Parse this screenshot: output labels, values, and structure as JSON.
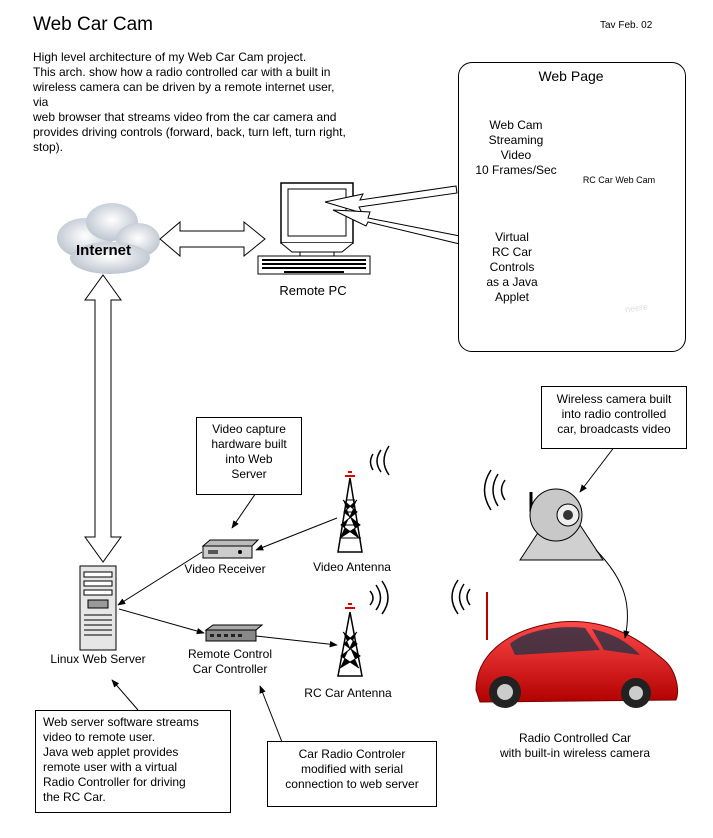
{
  "header": {
    "title": "Web Car  Cam",
    "date": "Tav  Feb. 02"
  },
  "intro": {
    "lines": [
      "High level architecture of my Web Car Cam project.",
      "This arch. show how a radio controlled car with a built in",
      "wireless camera can be driven by a remote internet user, via",
      "web browser that streams video from the car camera and",
      "provides driving controls (forward, back, turn left, turn right,",
      "stop)."
    ]
  },
  "nodes": {
    "internet": "Internet",
    "remote_pc": "Remote PC",
    "linux_server": "Linux Web Server",
    "video_receiver": "Video Receiver",
    "video_antenna": "Video Antenna",
    "remote_controller": [
      "Remote Control",
      "Car Controller"
    ],
    "rc_antenna": "RC Car Antenna",
    "car": [
      "Radio Controlled Car",
      "with built-in wireless camera"
    ]
  },
  "webpage": {
    "title": "Web Page",
    "stream_label": [
      "Web Cam",
      "Streaming",
      "Video",
      "10 Frames/Sec"
    ],
    "tv_label": "RC Car Web Cam",
    "controls_label": [
      "Virtual",
      "RC Car",
      "Controls",
      "as a Java",
      "Applet"
    ],
    "remote_brand": "neere"
  },
  "callouts": {
    "video_capture": [
      "Video capture",
      "hardware built",
      "into Web",
      "Server"
    ],
    "wireless_camera": [
      "Wireless camera built",
      "into radio controlled",
      "car, broadcasts video"
    ],
    "server_software": [
      "Web server software streams",
      "video to remote user.",
      "Java web applet provides",
      "remote user with a virtual",
      "Radio Controller for driving",
      "the RC Car."
    ],
    "car_radio": [
      "Car Radio Controler",
      "modified with serial",
      "connection to web server"
    ]
  }
}
